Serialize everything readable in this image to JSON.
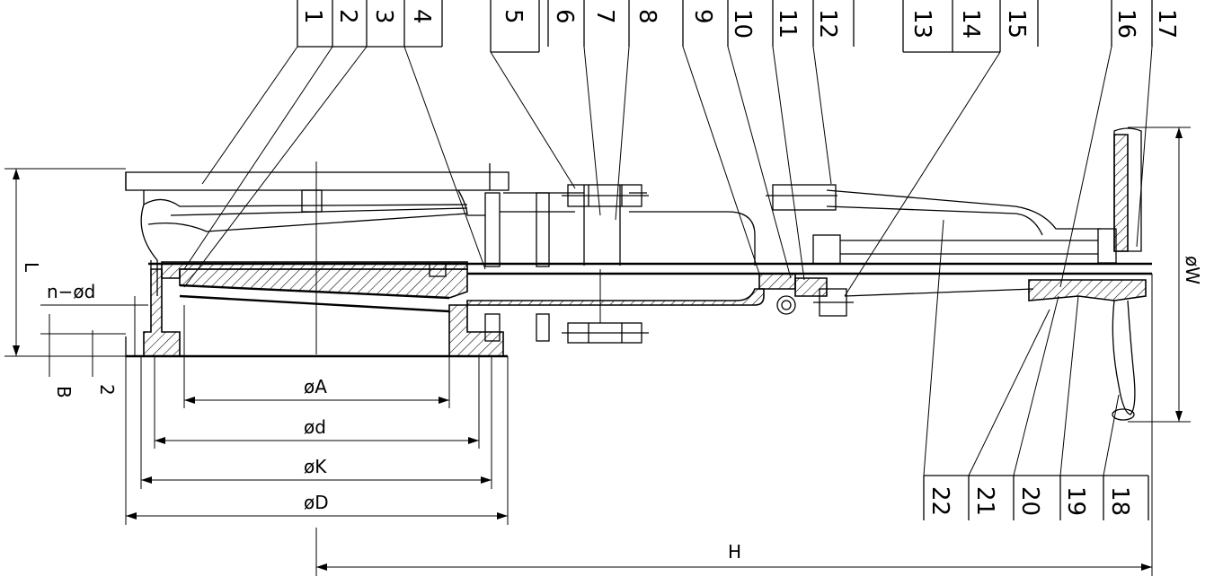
{
  "part_numbers": [
    "1",
    "2",
    "3",
    "4",
    "5",
    "6",
    "7",
    "8",
    "9",
    "10",
    "11",
    "12",
    "13",
    "14",
    "15",
    "16",
    "17",
    "18",
    "19",
    "20",
    "21",
    "22"
  ],
  "dimensions": {
    "L": "L",
    "n_phi_d": "n−ød",
    "B": "B",
    "two": "2",
    "phiA": "øA",
    "phid": "ød",
    "phiK": "øK",
    "phiD": "øD",
    "H": "H",
    "phiW": "øW"
  }
}
